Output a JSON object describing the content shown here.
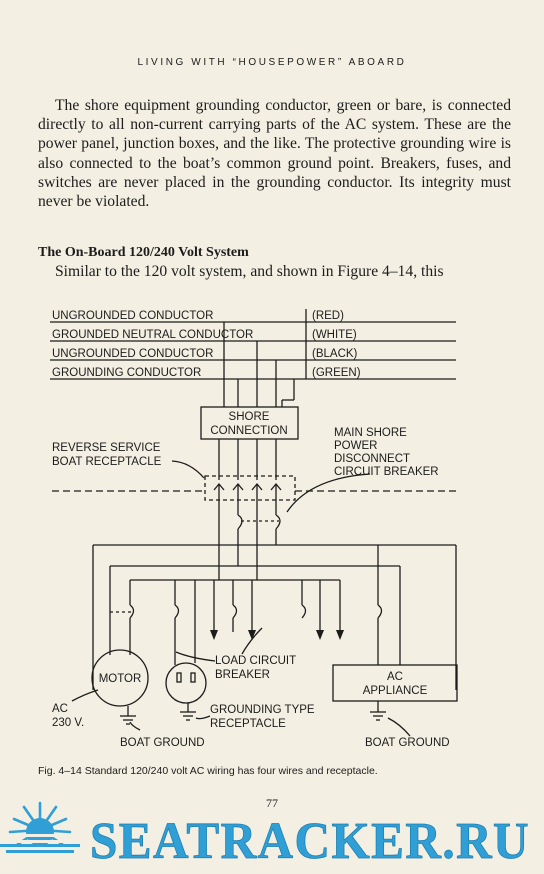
{
  "header": {
    "running_title": "LIVING WITH “HOUSEPOWER” ABOARD"
  },
  "body": {
    "paragraph": "The shore equipment grounding conductor, green or bare, is connected directly to all non-current carrying parts of the AC system. These are the power panel, junction boxes, and the like. The protective grounding wire is also connected to the boat’s common ground point. Breakers, fuses, and switches are never placed in the grounding conductor. Its integrity must never be violated.",
    "section_heading": "The On-Board 120/240 Volt System",
    "intro_line": "Similar to the 120 volt system, and shown in Figure 4–14, this"
  },
  "diagram": {
    "conductors": [
      {
        "name": "UNGROUNDED CONDUCTOR",
        "color": "(RED)"
      },
      {
        "name": "GROUNDED NEUTRAL CONDUCTOR",
        "color": "(WHITE)"
      },
      {
        "name": "UNGROUNDED CONDUCTOR",
        "color": "(BLACK)"
      },
      {
        "name": "GROUNDING CONDUCTOR",
        "color": "(GREEN)"
      }
    ],
    "shore_connection": [
      "SHORE",
      "CONNECTION"
    ],
    "reverse_service": [
      "REVERSE SERVICE",
      "BOAT RECEPTACLE"
    ],
    "main_breaker": [
      "MAIN SHORE",
      "POWER",
      "DISCONNECT",
      "CIRCUIT BREAKER"
    ],
    "motor": "MOTOR",
    "ac_voltage": [
      "AC",
      "230 V."
    ],
    "load_breaker": [
      "LOAD CIRCUIT",
      "BREAKER"
    ],
    "grounding_receptacle": [
      "GROUNDING TYPE",
      "RECEPTACLE"
    ],
    "ac_appliance": [
      "AC",
      "APPLIANCE"
    ],
    "boat_ground_left": "BOAT GROUND",
    "boat_ground_right": "BOAT GROUND"
  },
  "caption": "Fig. 4–14 Standard 120/240 volt AC wiring has four wires and receptacle.",
  "page_number": "77",
  "watermark": {
    "text": "SEATRACKER.RU",
    "color": "#2f9fd6"
  }
}
